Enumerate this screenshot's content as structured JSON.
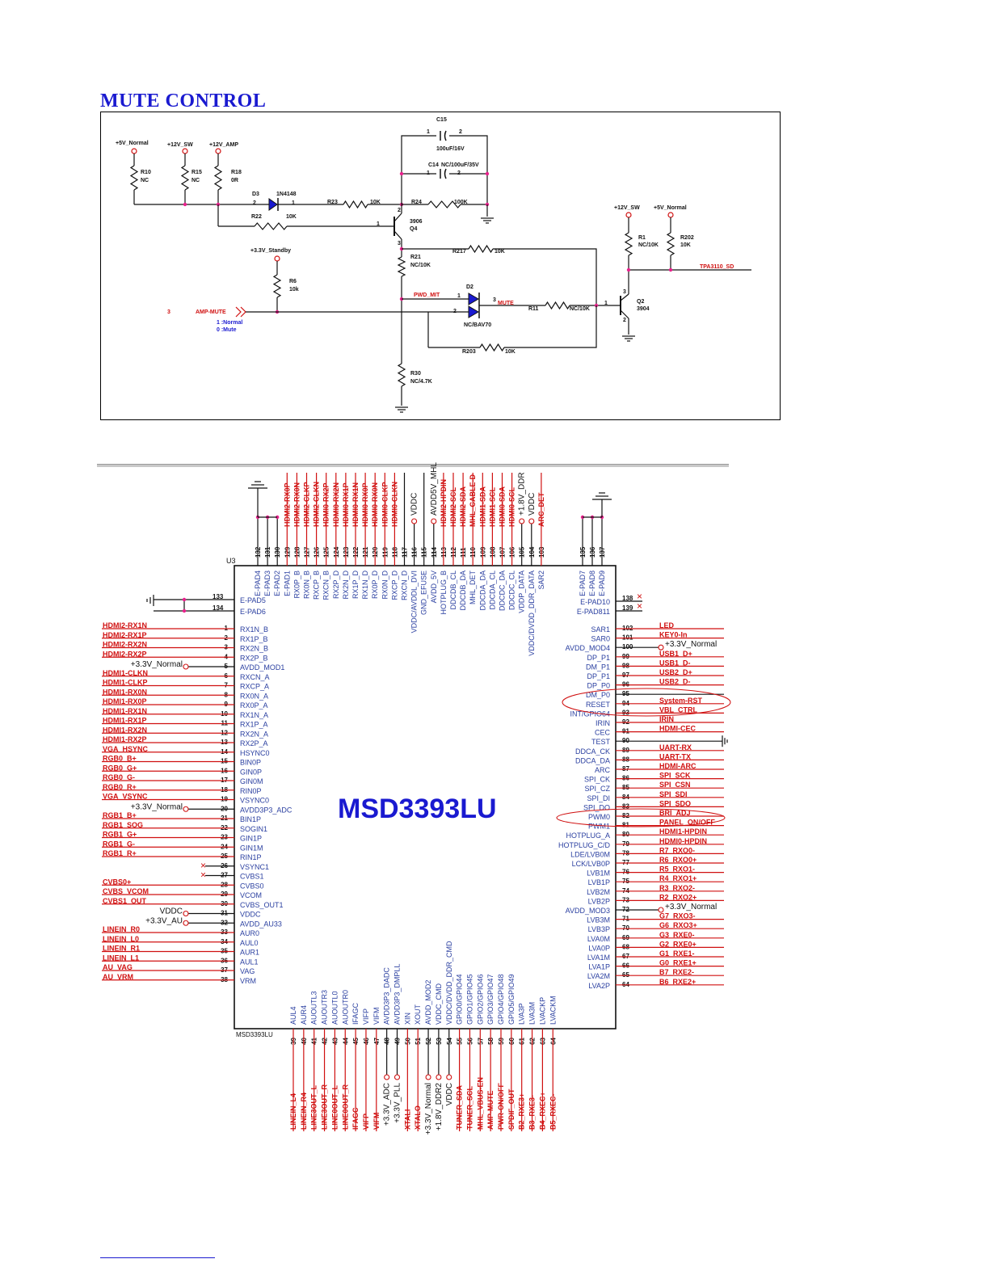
{
  "mute": {
    "title": "MUTE CONTROL",
    "labels": [
      {
        "t": "+5V_Normal",
        "c": "k"
      },
      {
        "t": "+12V_SW",
        "c": "k"
      },
      {
        "t": "+12V_AMP",
        "c": "k"
      },
      {
        "t": "R10",
        "c": "k"
      },
      {
        "t": "NC",
        "c": "k"
      },
      {
        "t": "R15",
        "c": "k"
      },
      {
        "t": "NC",
        "c": "k"
      },
      {
        "t": "R18",
        "c": "k"
      },
      {
        "t": "0R",
        "c": "k"
      },
      {
        "t": "D3",
        "c": "k"
      },
      {
        "t": "1N4148",
        "c": "k"
      },
      {
        "t": "2",
        "c": "k"
      },
      {
        "t": "1",
        "c": "k"
      },
      {
        "t": "R23",
        "c": "k"
      },
      {
        "t": "10K",
        "c": "k"
      },
      {
        "t": "R22",
        "c": "k"
      },
      {
        "t": "10K",
        "c": "k"
      },
      {
        "t": "C15",
        "c": "k"
      },
      {
        "t": "100uF/16V",
        "c": "k"
      },
      {
        "t": "1",
        "c": "k"
      },
      {
        "t": "2",
        "c": "k"
      },
      {
        "t": "C14",
        "c": "k"
      },
      {
        "t": "NC/100uF/35V",
        "c": "k"
      },
      {
        "t": "1",
        "c": "k"
      },
      {
        "t": "2",
        "c": "k"
      },
      {
        "t": "R24",
        "c": "k"
      },
      {
        "t": "100K",
        "c": "k"
      },
      {
        "t": "3906",
        "c": "k"
      },
      {
        "t": "Q4",
        "c": "k"
      },
      {
        "t": "1",
        "c": "k"
      },
      {
        "t": "2",
        "c": "k"
      },
      {
        "t": "3",
        "c": "k"
      },
      {
        "t": "R21",
        "c": "k"
      },
      {
        "t": "NC/10K",
        "c": "k"
      },
      {
        "t": "R217",
        "c": "k"
      },
      {
        "t": "10K",
        "c": "k"
      },
      {
        "t": "+3.3V_Standby",
        "c": "k"
      },
      {
        "t": "R6",
        "c": "k"
      },
      {
        "t": "10k",
        "c": "k"
      },
      {
        "t": "3",
        "c": "r"
      },
      {
        "t": "AMP-MUTE",
        "c": "r"
      },
      {
        "t": "1 :Normal",
        "c": "b"
      },
      {
        "t": "0 :Mute",
        "c": "b"
      },
      {
        "t": "PWD_MIT",
        "c": "r"
      },
      {
        "t": "D2",
        "c": "k"
      },
      {
        "t": "NC/BAV70",
        "c": "k"
      },
      {
        "t": "1",
        "c": "k"
      },
      {
        "t": "2",
        "c": "k"
      },
      {
        "t": "3",
        "c": "k"
      },
      {
        "t": "MUTE",
        "c": "r"
      },
      {
        "t": "R11",
        "c": "k"
      },
      {
        "t": "NC/10K",
        "c": "k"
      },
      {
        "t": "R203",
        "c": "k"
      },
      {
        "t": "10K",
        "c": "k"
      },
      {
        "t": "R30",
        "c": "k"
      },
      {
        "t": "NC/4.7K",
        "c": "k"
      },
      {
        "t": "+12V_SW",
        "c": "k"
      },
      {
        "t": "+5V_Normal",
        "c": "k"
      },
      {
        "t": "R1",
        "c": "k"
      },
      {
        "t": "NC/10K",
        "c": "k"
      },
      {
        "t": "R202",
        "c": "k"
      },
      {
        "t": "10K",
        "c": "k"
      },
      {
        "t": "TPA3110_SD",
        "c": "r"
      },
      {
        "t": "Q2",
        "c": "k"
      },
      {
        "t": "3904",
        "c": "k"
      },
      {
        "t": "1",
        "c": "k"
      },
      {
        "t": "2",
        "c": "k"
      },
      {
        "t": "3",
        "c": "k"
      }
    ]
  },
  "chip": {
    "part": "MSD3393LU",
    "ref": "U3",
    "footer": "MSD3393LU",
    "left": [
      {
        "n": "1",
        "p": "RX1N_B",
        "s": "HDMI2-RX1N"
      },
      {
        "n": "2",
        "p": "RX1P_B",
        "s": "HDMI2-RX1P"
      },
      {
        "n": "3",
        "p": "RX2N_B",
        "s": "HDMI2-RX2N"
      },
      {
        "n": "4",
        "p": "RX2P_B",
        "s": "HDMI2-RX2P"
      },
      {
        "n": "5",
        "p": "AVDD_MOD1",
        "s": "+3.3V_Normal",
        "k": "pwr"
      },
      {
        "n": "6",
        "p": "RXCN_A",
        "s": "HDMI1-CLKN"
      },
      {
        "n": "7",
        "p": "RXCP_A",
        "s": "HDMI1-CLKP"
      },
      {
        "n": "8",
        "p": "RX0N_A",
        "s": "HDMI1-RX0N"
      },
      {
        "n": "9",
        "p": "RX0P_A",
        "s": "HDMI1-RX0P"
      },
      {
        "n": "10",
        "p": "RX1N_A",
        "s": "HDMI1-RX1N"
      },
      {
        "n": "11",
        "p": "RX1P_A",
        "s": "HDMI1-RX1P"
      },
      {
        "n": "12",
        "p": "RX2N_A",
        "s": "HDMI1-RX2N"
      },
      {
        "n": "13",
        "p": "RX2P_A",
        "s": "HDMI1-RX2P"
      },
      {
        "n": "14",
        "p": "HSYNC0",
        "s": "VGA_HSYNC"
      },
      {
        "n": "15",
        "p": "BIN0P",
        "s": "RGB0_B+"
      },
      {
        "n": "16",
        "p": "GIN0P",
        "s": "RGB0_G+"
      },
      {
        "n": "17",
        "p": "GIN0M",
        "s": "RGB0_G-"
      },
      {
        "n": "18",
        "p": "RIN0P",
        "s": "RGB0_R+"
      },
      {
        "n": "19",
        "p": "VSYNC0",
        "s": "VGA_VSYNC"
      },
      {
        "n": "20",
        "p": "AVDD3P3_ADC",
        "s": "+3.3V_Normal",
        "k": "pwr"
      },
      {
        "n": "21",
        "p": "BIN1P",
        "s": "RGB1_B+"
      },
      {
        "n": "22",
        "p": "SOGIN1",
        "s": "RGB1_SOG"
      },
      {
        "n": "23",
        "p": "GIN1P",
        "s": "RGB1_G+"
      },
      {
        "n": "24",
        "p": "GIN1M",
        "s": "RGB1_G-"
      },
      {
        "n": "25",
        "p": "RIN1P",
        "s": "RGB1_R+"
      },
      {
        "n": "26",
        "p": "VSYNC1",
        "s": "",
        "k": "nc"
      },
      {
        "n": "27",
        "p": "CVBS1",
        "s": "",
        "k": "nc"
      },
      {
        "n": "28",
        "p": "CVBS0",
        "s": "CVBS0+"
      },
      {
        "n": "29",
        "p": "VCOM",
        "s": "CVBS_VCOM"
      },
      {
        "n": "30",
        "p": "CVBS_OUT1",
        "s": "CVBS1_OUT"
      },
      {
        "n": "31",
        "p": "VDDC",
        "s": "VDDC",
        "k": "pwr2"
      },
      {
        "n": "32",
        "p": "AVDD_AU33",
        "s": "+3.3V_AU",
        "k": "pwr"
      },
      {
        "n": "33",
        "p": "AUR0",
        "s": "LINEIN_R0"
      },
      {
        "n": "34",
        "p": "AUL0",
        "s": "LINEIN_L0"
      },
      {
        "n": "35",
        "p": "AUR1",
        "s": "LINEIN_R1"
      },
      {
        "n": "36",
        "p": "AUL1",
        "s": "LINEIN_L1"
      },
      {
        "n": "37",
        "p": "VAG",
        "s": "AU_VAG"
      },
      {
        "n": "38",
        "p": "VRM",
        "s": "AU_VRM"
      }
    ],
    "right": [
      {
        "n": "102",
        "p": "SAR1",
        "s": "LED"
      },
      {
        "n": "101",
        "p": "SAR0",
        "s": "KEY0-In"
      },
      {
        "n": "100",
        "p": "AVDD_MOD4",
        "s": "+3.3V_Normal",
        "k": "pwr"
      },
      {
        "n": "99",
        "p": "DP_P1",
        "s": "USB1_D+"
      },
      {
        "n": "98",
        "p": "DM_P1",
        "s": "USB1_D-"
      },
      {
        "n": "97",
        "p": "DP_P1",
        "s": "USB2_D+"
      },
      {
        "n": "96",
        "p": "DP_P0",
        "s": "USB2_D-"
      },
      {
        "n": "95",
        "p": "DM_P0",
        "s": ""
      },
      {
        "n": "94",
        "p": "RESET",
        "s": "System-RST"
      },
      {
        "n": "93",
        "p": "INT/GPIO64",
        "s": "VBL_CTRL"
      },
      {
        "n": "92",
        "p": "IRIN",
        "s": "IRIN"
      },
      {
        "n": "91",
        "p": "CEC",
        "s": "HDMI-CEC"
      },
      {
        "n": "90",
        "p": "TEST",
        "s": "",
        "k": "gnd"
      },
      {
        "n": "89",
        "p": "DDCA_CK",
        "s": "UART-RX"
      },
      {
        "n": "88",
        "p": "DDCA_DA",
        "s": "UART-TX"
      },
      {
        "n": "87",
        "p": "ARC",
        "s": "HDMI-ARC"
      },
      {
        "n": "86",
        "p": "SPI_CK",
        "s": "SPI_SCK"
      },
      {
        "n": "85",
        "p": "SPI_CZ",
        "s": "SPI_CSN"
      },
      {
        "n": "84",
        "p": "SPI_DI",
        "s": "SPI_SDI"
      },
      {
        "n": "83",
        "p": "SPI_DO",
        "s": "SPI_SDO"
      },
      {
        "n": "82",
        "p": "PWM0",
        "s": "BRI_ADJ"
      },
      {
        "n": "81",
        "p": "PWM1",
        "s": "PANEL_ON/OFF"
      },
      {
        "n": "80",
        "p": "HOTPLUG_A",
        "s": "HDMI1-HPDIN"
      },
      {
        "n": "79",
        "p": "HOTPLUG_C/D",
        "s": "HDMI0-HPDIN"
      },
      {
        "n": "78",
        "p": "LDE/LVB0M",
        "s": "R7_RXO0-"
      },
      {
        "n": "77",
        "p": "LCK/LVB0P",
        "s": "R6_RXO0+"
      },
      {
        "n": "76",
        "p": "LVB1M",
        "s": "R5_RXO1-"
      },
      {
        "n": "75",
        "p": "LVB1P",
        "s": "R4_RXO1+"
      },
      {
        "n": "74",
        "p": "LVB2M",
        "s": "R3_RXO2-"
      },
      {
        "n": "73",
        "p": "LVB2P",
        "s": "R2_RXO2+"
      },
      {
        "n": "72",
        "p": "AVDD_MOD3",
        "s": "+3.3V_Normal",
        "k": "pwr"
      },
      {
        "n": "71",
        "p": "LVB3M",
        "s": "G7_RXO3-"
      },
      {
        "n": "70",
        "p": "LVB3P",
        "s": "G6_RXO3+"
      },
      {
        "n": "69",
        "p": "LVA0M",
        "s": "G3_RXE0-"
      },
      {
        "n": "68",
        "p": "LVA0P",
        "s": "G2_RXE0+"
      },
      {
        "n": "67",
        "p": "LVA1M",
        "s": "G1_RXE1-"
      },
      {
        "n": "66",
        "p": "LVA1P",
        "s": "G0_RXE1+"
      },
      {
        "n": "65",
        "p": "LVA2M",
        "s": "B7_RXE2-"
      },
      {
        "n": "64",
        "p": "LVA2P",
        "s": "B6_RXE2+"
      }
    ],
    "top": [
      {
        "n": "132",
        "p": "E-PAD4",
        "s": "",
        "k": "gnd"
      },
      {
        "n": "131",
        "p": "E-PAD3",
        "s": "",
        "k": "gnd"
      },
      {
        "n": "130",
        "p": "E-PAD2",
        "s": "",
        "k": "gnd"
      },
      {
        "n": "129",
        "p": "E-PAD1",
        "s": "HDMI2-RX0P"
      },
      {
        "n": "128",
        "p": "RX0P_B",
        "s": "HDMI2-RX0N"
      },
      {
        "n": "127",
        "p": "RX0N_B",
        "s": "HDMI2-CLKP"
      },
      {
        "n": "126",
        "p": "RXCP_B",
        "s": "HDMI2-CLKN"
      },
      {
        "n": "125",
        "p": "RXCN_B",
        "s": "HDMI0-RX2P"
      },
      {
        "n": "124",
        "p": "RX2P_D",
        "s": "HDMI0-RX2N"
      },
      {
        "n": "123",
        "p": "RX2N_D",
        "s": "HDMI0-RX1P"
      },
      {
        "n": "122",
        "p": "RX1P_D",
        "s": "HDMI0-RX1N"
      },
      {
        "n": "121",
        "p": "RX1N_D",
        "s": "HDMI0-RX0P"
      },
      {
        "n": "120",
        "p": "RX0P_D",
        "s": "HDMI0-RX0N"
      },
      {
        "n": "119",
        "p": "RX0N_D",
        "s": "HDMI0-CLKP"
      },
      {
        "n": "118",
        "p": "RXCP_D",
        "s": "HDMI0-CLKN"
      },
      {
        "n": "117",
        "p": "RXCN_D",
        "s": ""
      },
      {
        "n": "116",
        "p": "VDDC/AVDDL_DVI",
        "s": "VDDC",
        "k": "pwr"
      },
      {
        "n": "115",
        "p": "GND_EFUSE",
        "s": ""
      },
      {
        "n": "114",
        "p": "AVDD_5V",
        "s": "AVDD5V_MHL",
        "k": "pwr"
      },
      {
        "n": "113",
        "p": "HOTPLUG_B",
        "s": "HDMI2-HPDIN"
      },
      {
        "n": "112",
        "p": "DDCDB_CL",
        "s": "HDMI2-SCL"
      },
      {
        "n": "111",
        "p": "DDCDB_DA",
        "s": "HDMI2-SDA"
      },
      {
        "n": "110",
        "p": "MHL_DET",
        "s": "MHL_CABLE-D"
      },
      {
        "n": "109",
        "p": "DDCDA_DA",
        "s": "HDMI1-SDA"
      },
      {
        "n": "108",
        "p": "DDCDA_CL",
        "s": "HDMI1-SCL"
      },
      {
        "n": "107",
        "p": "DDCDC_DA",
        "s": "HDMI0-SDA"
      },
      {
        "n": "106",
        "p": "DDCDC_CL",
        "s": "HDMI0-SCL"
      },
      {
        "n": "105",
        "p": "VDDP_DATA",
        "s": "+1.8V_DDR",
        "k": "pwr"
      },
      {
        "n": "104",
        "p": "VDDC/DVDD_DDR_DATA",
        "s": "VDDC",
        "k": "pwr"
      },
      {
        "n": "103",
        "p": "SAR2",
        "s": "ARC_DET"
      }
    ],
    "topRight": [
      {
        "n": "135",
        "p": "E-PAD7"
      },
      {
        "n": "136",
        "p": "E-PAD8"
      },
      {
        "n": "137",
        "p": "E-PAD9"
      }
    ],
    "leftTop": [
      {
        "n": "133",
        "p": "E-PAD5"
      },
      {
        "n": "134",
        "p": "E-PAD6"
      }
    ],
    "rightTop": [
      {
        "n": "138",
        "p": "E-PAD10"
      },
      {
        "n": "139",
        "p": "E-PAD811"
      }
    ],
    "bottom": [
      {
        "n": "39",
        "p": "AUL4",
        "s": "LINEIN_L4"
      },
      {
        "n": "40",
        "p": "AUR4",
        "s": "LINEIN_R4"
      },
      {
        "n": "41",
        "p": "AUOUTL3",
        "s": "LINE3OUT_L"
      },
      {
        "n": "42",
        "p": "AUOUTR3",
        "s": "LINE3OUT_R"
      },
      {
        "n": "43",
        "p": "AUOUTL0",
        "s": "LINE0OUT_L"
      },
      {
        "n": "44",
        "p": "AUOUTR0",
        "s": "LINE0OUT_R"
      },
      {
        "n": "45",
        "p": "IFAGC",
        "s": "IFAGC"
      },
      {
        "n": "46",
        "p": "VIFP",
        "s": "VIFP"
      },
      {
        "n": "47",
        "p": "VIFM",
        "s": "VIFM"
      },
      {
        "n": "48",
        "p": "AVDD3P3_DADC",
        "s": "+3.3V_ADC",
        "k": "pwr"
      },
      {
        "n": "49",
        "p": "AVDD3P3_DMPLL",
        "s": "+3.3V_PLL",
        "k": "pwr"
      },
      {
        "n": "50",
        "p": "XIN",
        "s": "XTALI"
      },
      {
        "n": "51",
        "p": "XOUT",
        "s": "XTALO"
      },
      {
        "n": "52",
        "p": "AVDD_MOD2",
        "s": "+3.3V_Normal",
        "k": "pwr"
      },
      {
        "n": "53",
        "p": "VDDC_CMD",
        "s": "+1.8V_DDR2",
        "k": "pwr"
      },
      {
        "n": "54",
        "p": "VDDC/DVDD_DDR_CMD",
        "s": "VDDC",
        "k": "pwr"
      },
      {
        "n": "55",
        "p": "GPIO0/GPIO44",
        "s": "TUNER_SDA"
      },
      {
        "n": "56",
        "p": "GPIO1/GPIO45",
        "s": "TUNER_SCL"
      },
      {
        "n": "57",
        "p": "GPIO2/GPIO46",
        "s": "MHL_VBUS-EN"
      },
      {
        "n": "58",
        "p": "GPIO3/GPIO47",
        "s": "AMP-MUTE"
      },
      {
        "n": "59",
        "p": "GPIO4/GPIO48",
        "s": "PWR-ON/OFF"
      },
      {
        "n": "60",
        "p": "GPIO5/GPIO49",
        "s": "SPDIF_OUT"
      },
      {
        "n": "61",
        "p": "LVA3P",
        "s": "B2_RXE3+"
      },
      {
        "n": "62",
        "p": "LVA3M",
        "s": "B3_RXE3-"
      },
      {
        "n": "63",
        "p": "LVACKP",
        "s": "B4_RXEC+"
      },
      {
        "n": "64",
        "p": "LVACKM",
        "s": "B5_RXEC-"
      }
    ]
  }
}
